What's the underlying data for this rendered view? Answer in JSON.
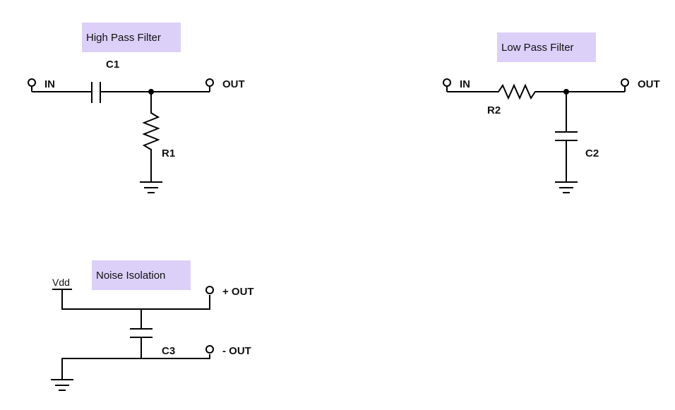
{
  "titles": {
    "hpf": "High Pass Filter",
    "lpf": "Low Pass Filter",
    "noise": "Noise Isolation"
  },
  "hpf": {
    "in_label": "IN",
    "out_label": "OUT",
    "cap_label": "C1",
    "res_label": "R1"
  },
  "lpf": {
    "in_label": "IN",
    "out_label": "OUT",
    "res_label": "R2",
    "cap_label": "C2"
  },
  "noise": {
    "vdd_label": "Vdd",
    "pos_out_label": "+ OUT",
    "neg_out_label": "- OUT",
    "cap_label": "C3"
  },
  "colors": {
    "title_background": "#dcd0f8",
    "wire": "#000000"
  }
}
